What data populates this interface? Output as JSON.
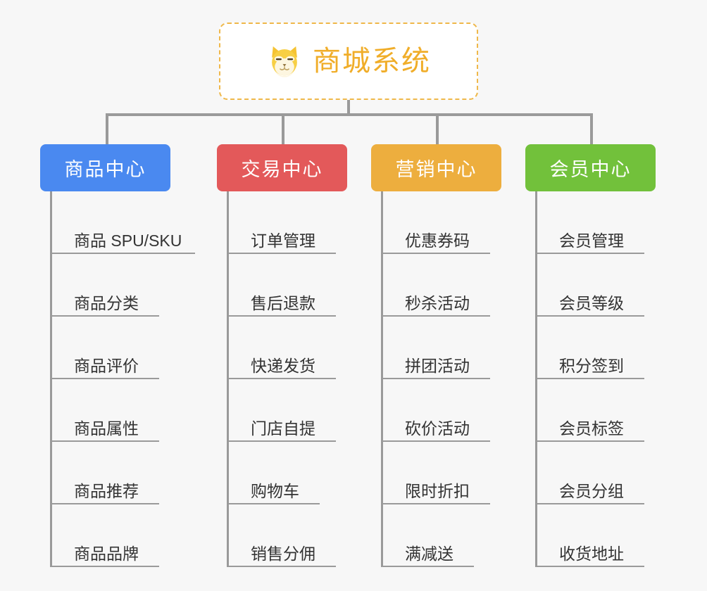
{
  "page": {
    "background_color": "#f7f7f7",
    "line_color": "#9a9a9a",
    "leaf_text_color": "#333333"
  },
  "root": {
    "title": "商城系统",
    "icon": "shiba-dog-icon",
    "text_color": "#f0ad29",
    "border_color": "#efb84a",
    "background_color": "#ffffff"
  },
  "categories": [
    {
      "label": "商品中心",
      "color": "#4a89f0",
      "items": [
        {
          "label": "商品 SPU/SKU",
          "underline_width": 206
        },
        {
          "label": "商品分类",
          "underline_width": 155
        },
        {
          "label": "商品评价",
          "underline_width": 155
        },
        {
          "label": "商品属性",
          "underline_width": 155
        },
        {
          "label": "商品推荐",
          "underline_width": 155
        },
        {
          "label": "商品品牌",
          "underline_width": 155
        }
      ]
    },
    {
      "label": "交易中心",
      "color": "#e3595a",
      "items": [
        {
          "label": "订单管理",
          "underline_width": 155
        },
        {
          "label": "售后退款",
          "underline_width": 155
        },
        {
          "label": "快递发货",
          "underline_width": 155
        },
        {
          "label": "门店自提",
          "underline_width": 155
        },
        {
          "label": "购物车",
          "underline_width": 132
        },
        {
          "label": "销售分佣",
          "underline_width": 155
        }
      ]
    },
    {
      "label": "营销中心",
      "color": "#edae3e",
      "items": [
        {
          "label": "优惠券码",
          "underline_width": 155
        },
        {
          "label": "秒杀活动",
          "underline_width": 155
        },
        {
          "label": "拼团活动",
          "underline_width": 155
        },
        {
          "label": "砍价活动",
          "underline_width": 155
        },
        {
          "label": "限时折扣",
          "underline_width": 155
        },
        {
          "label": "满减送",
          "underline_width": 132
        }
      ]
    },
    {
      "label": "会员中心",
      "color": "#72c13b",
      "items": [
        {
          "label": "会员管理",
          "underline_width": 155
        },
        {
          "label": "会员等级",
          "underline_width": 155
        },
        {
          "label": "积分签到",
          "underline_width": 155
        },
        {
          "label": "会员标签",
          "underline_width": 155
        },
        {
          "label": "会员分组",
          "underline_width": 155
        },
        {
          "label": "收货地址",
          "underline_width": 155
        }
      ]
    }
  ]
}
